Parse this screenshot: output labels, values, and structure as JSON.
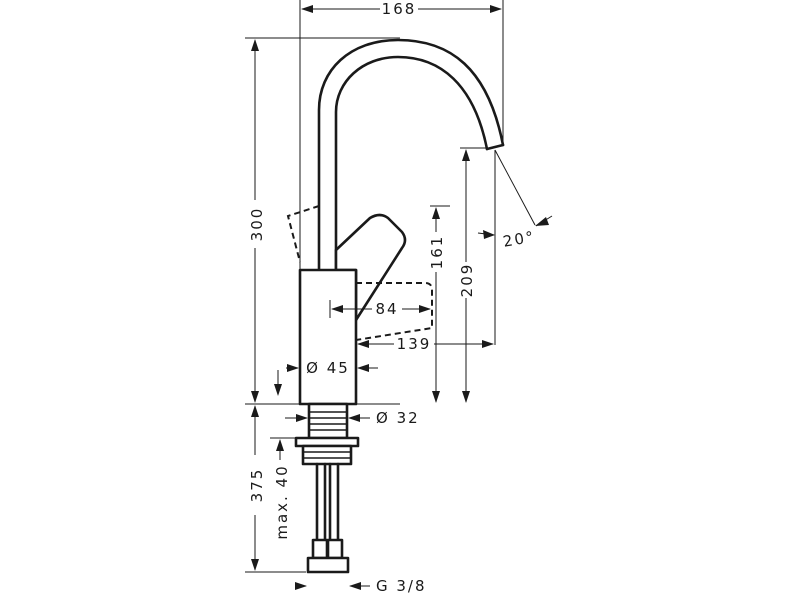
{
  "dimensions": {
    "spout_reach_total": "168",
    "total_height": "300",
    "spout_outlet_height": "209",
    "lever_height": "161",
    "spout_angle": "20°",
    "lever_length": "84",
    "outlet_projection": "139",
    "body_diameter": "Ø 45",
    "shank_diameter": "Ø 32",
    "shank_length": "375",
    "max_thickness": "max. 40",
    "connection_thread": "G 3/8"
  }
}
